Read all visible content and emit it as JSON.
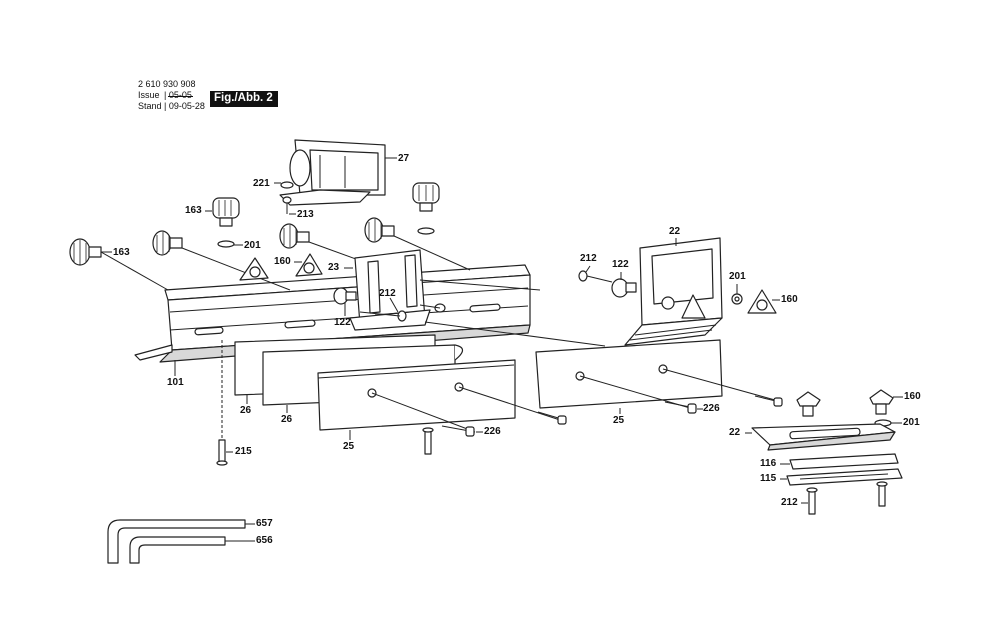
{
  "header": {
    "part_number": "2 610 930 908",
    "issue_label": "Issue",
    "issue_value": "05-05",
    "stand_label": "Stand",
    "stand_value": "09-05-28",
    "figure_label": "Fig./Abb. 2"
  },
  "callouts": {
    "c27": "27",
    "c221": "221",
    "c213": "213",
    "c163a": "163",
    "c163b": "163",
    "c201a": "201",
    "c160a": "160",
    "c23": "23",
    "c212a": "212",
    "c122a": "122",
    "c101": "101",
    "c26a": "26",
    "c26b": "26",
    "c25a": "25",
    "c215": "215",
    "c226a": "226",
    "c22a": "22",
    "c212b": "212",
    "c122b": "122",
    "c201b": "201",
    "c160b": "160",
    "c25b": "25",
    "c226b": "226",
    "c160c": "160",
    "c22b": "22",
    "c201c": "201",
    "c116": "116",
    "c115": "115",
    "c212c": "212",
    "c657": "657",
    "c656": "656"
  }
}
